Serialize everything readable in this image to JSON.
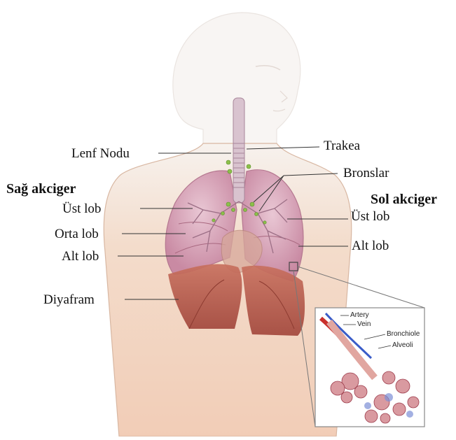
{
  "labels": {
    "lenf_nodu": "Lenf Nodu",
    "trakea": "Trakea",
    "bronslar": "Bronslar",
    "sag_akciger": "Sağ akciger",
    "sol_akciger": "Sol akciger",
    "ust_lob_right": "Üst lob",
    "orta_lob": "Orta lob",
    "alt_lob_right": "Alt lob",
    "ust_lob_left": "Üst lob",
    "alt_lob_left": "Alt lob",
    "diyafram": "Diyafram"
  },
  "inset": {
    "artery": "Artery",
    "vein": "Vein",
    "bronchiole": "Bronchiole",
    "alveoli": "Alveoli"
  },
  "colors": {
    "skin": "#f6d9c4",
    "lung": "#d9a6b8",
    "diaphragm": "#b8564a",
    "trachea": "#c8a8b8",
    "lymph": "#8cbf4a",
    "artery": "#c9302c",
    "vein": "#3a5cc8"
  }
}
